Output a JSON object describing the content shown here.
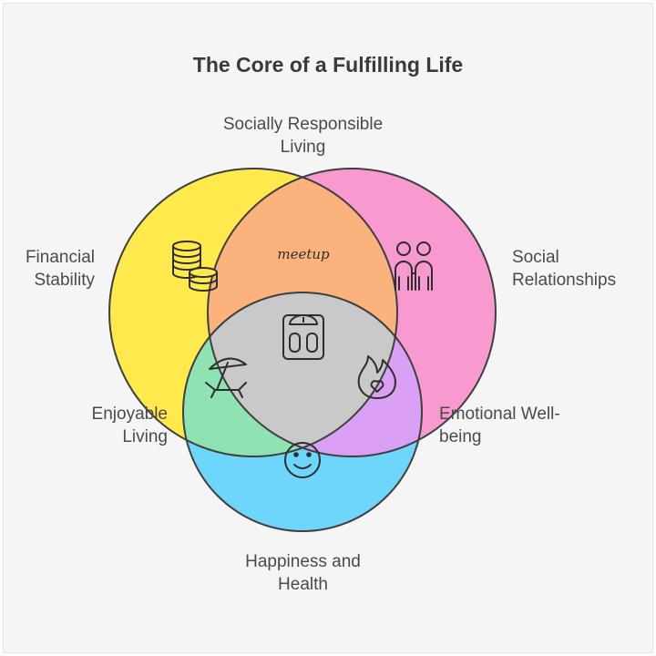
{
  "title": "The Core of a Fulfilling Life",
  "labels": {
    "top": [
      "Socially Responsible",
      "Living"
    ],
    "left": [
      "Financial",
      "Stability"
    ],
    "right": [
      "Social",
      "Relationships"
    ],
    "lower_left": [
      "Enjoyable",
      "Living"
    ],
    "lower_right": [
      "Emotional Well-",
      "being"
    ],
    "bottom": [
      "Happiness and",
      "Health"
    ]
  },
  "meetup_text": "meetup",
  "icons": {
    "financial": "coins-icon",
    "social": "people-icon",
    "socially_responsible": "meetup-logo",
    "core": "scale-icon",
    "enjoyable": "sun-lounger-icon",
    "emotional": "flame-heart-icon",
    "happiness": "smiley-icon"
  },
  "colors": {
    "financial": "#ffe94d",
    "social": "#f899cf",
    "happiness": "#6fd6fb",
    "socially_responsible_overlap": "#fbb27c",
    "enjoyable_overlap": "#8fe3b3",
    "emotional_overlap": "#d9a0f6",
    "core_overlap": "#c9c9c9",
    "outline": "#3f3f3f"
  }
}
